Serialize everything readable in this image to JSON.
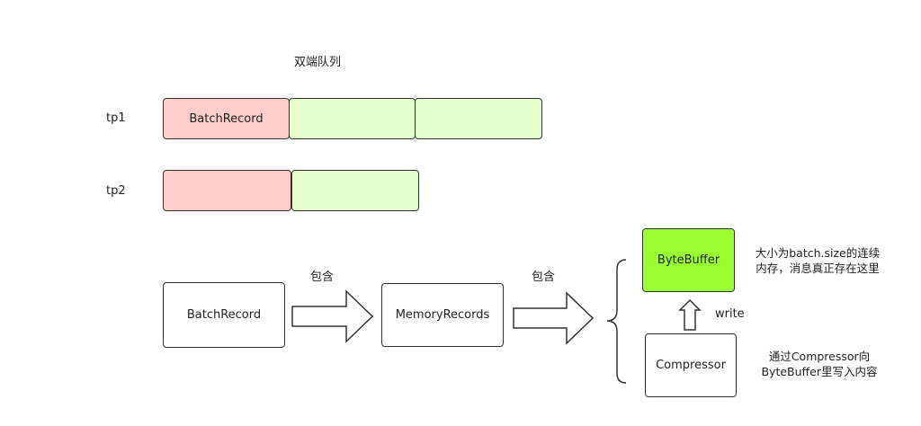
{
  "deque": {
    "title": "双端队列",
    "rows": [
      {
        "label": "tp1",
        "cells": [
          "BatchRecord",
          "",
          ""
        ]
      },
      {
        "label": "tp2",
        "cells": [
          "",
          ""
        ]
      }
    ]
  },
  "flow": {
    "batch_record": "BatchRecord",
    "contains_1": "包含",
    "memory_records": "MemoryRecords",
    "contains_2": "包含",
    "byte_buffer": "ByteBuffer",
    "write": "write",
    "compressor": "Compressor",
    "buffer_note": [
      "大小为batch.size的连续",
      "内存，消息真正存在这里"
    ],
    "compressor_note": [
      "通过Compressor向",
      "ByteBuffer里写入内容"
    ]
  },
  "colors": {
    "batch_cell": "#ffcccc",
    "queue_cell": "#e6ffcc",
    "byte_buffer": "#99ff33",
    "stroke": "#333333"
  }
}
